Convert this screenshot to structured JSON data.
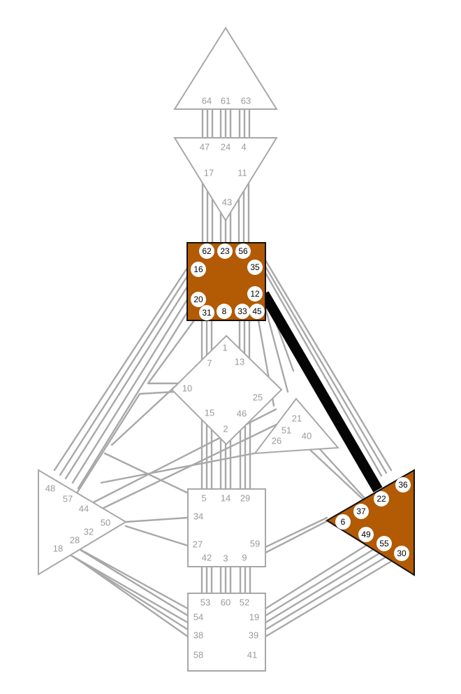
{
  "colors": {
    "defined_center": "#b25a04",
    "undefined_center": "#ffffff",
    "inactive_line": "#a8a8a8",
    "defined_channel": "#050505",
    "inactive_label": "#9a9a9a",
    "active_label": "#000000",
    "active_badge": "#ffffff"
  },
  "centers": [
    {
      "name": "head",
      "defined": false
    },
    {
      "name": "ajna",
      "defined": false
    },
    {
      "name": "throat",
      "defined": true
    },
    {
      "name": "g",
      "defined": false
    },
    {
      "name": "ego",
      "defined": false
    },
    {
      "name": "spleen",
      "defined": false
    },
    {
      "name": "sacral",
      "defined": false
    },
    {
      "name": "solar-plexus",
      "defined": true
    },
    {
      "name": "root",
      "defined": false
    }
  ],
  "defined_channels": [
    [
      "12",
      "22"
    ]
  ],
  "gates": {
    "head": [
      "64",
      "61",
      "63"
    ],
    "ajna": [
      "47",
      "24",
      "4",
      "17",
      "11",
      "43"
    ],
    "throat": [
      "62",
      "23",
      "56",
      "16",
      "35",
      "12",
      "20",
      "31",
      "8",
      "33",
      "45"
    ],
    "g": [
      "1",
      "7",
      "13",
      "10",
      "25",
      "15",
      "46",
      "2"
    ],
    "ego": [
      "21",
      "51",
      "26",
      "40"
    ],
    "spleen": [
      "48",
      "57",
      "44",
      "50",
      "32",
      "28",
      "18"
    ],
    "sacral": [
      "5",
      "14",
      "29",
      "34",
      "27",
      "59",
      "42",
      "3",
      "9"
    ],
    "solar_plexus": [
      "36",
      "22",
      "37",
      "6",
      "49",
      "55",
      "30"
    ],
    "root": [
      "53",
      "60",
      "52",
      "54",
      "19",
      "38",
      "39",
      "58",
      "41"
    ]
  },
  "active_gates": [
    "62",
    "23",
    "56",
    "16",
    "35",
    "12",
    "20",
    "31",
    "8",
    "33",
    "45",
    "36",
    "22",
    "37",
    "6",
    "49",
    "55",
    "30"
  ]
}
